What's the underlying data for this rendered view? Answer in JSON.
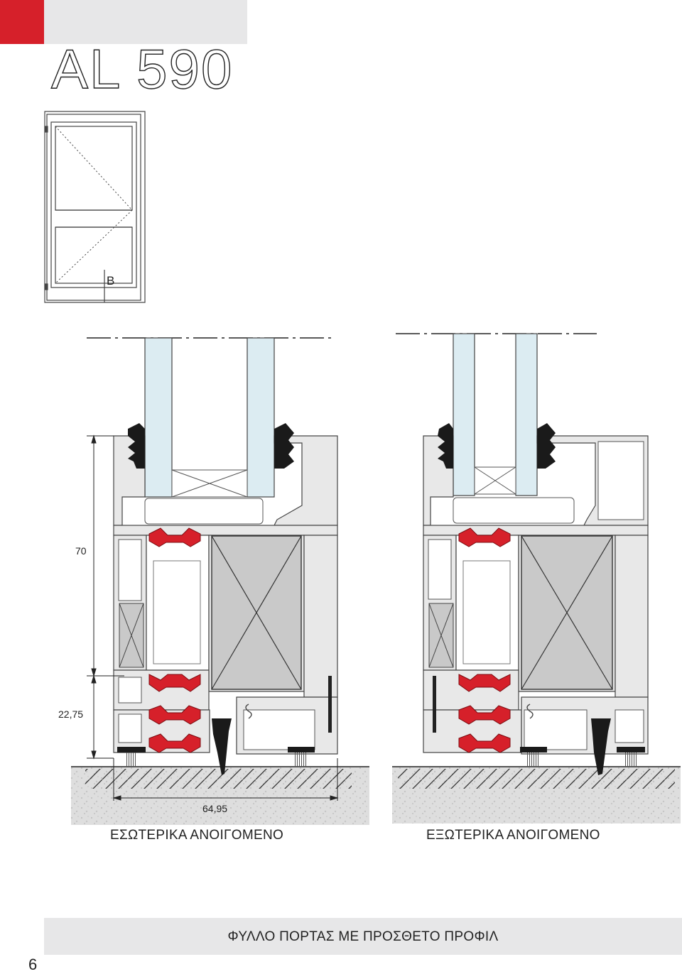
{
  "header": {
    "title": "AL 590",
    "accent_color": "#d6202a",
    "band_color": "#e7e7e8"
  },
  "door_elevation": {
    "section_marker": "B"
  },
  "dimensions": {
    "height_upper": "70",
    "height_lower": "22,75",
    "width_bottom": "64,95"
  },
  "sections": {
    "left_caption": "ΕΣΩΤΕΡΙΚΑ ΑΝΟΙΓΟΜΕΝΟ",
    "right_caption": "ΕΞΩΤΕΡΙΚΑ ΑΝΟΙΓΟΜΕΝΟ"
  },
  "footer": {
    "title": "ΦΥΛΛΟ ΠΟΡΤΑΣ ΜΕ ΠΡΟΣΘΕΤΟ ΠΡΟΦΙΛ",
    "page_number": "6"
  },
  "colors": {
    "thermal_break": "#d6202a",
    "glass": "#dcecf2",
    "profile": "#e8e8e8",
    "insert": "#c9c9c9",
    "gasket": "#1a1a1a",
    "floor": "#dcdcdc"
  }
}
